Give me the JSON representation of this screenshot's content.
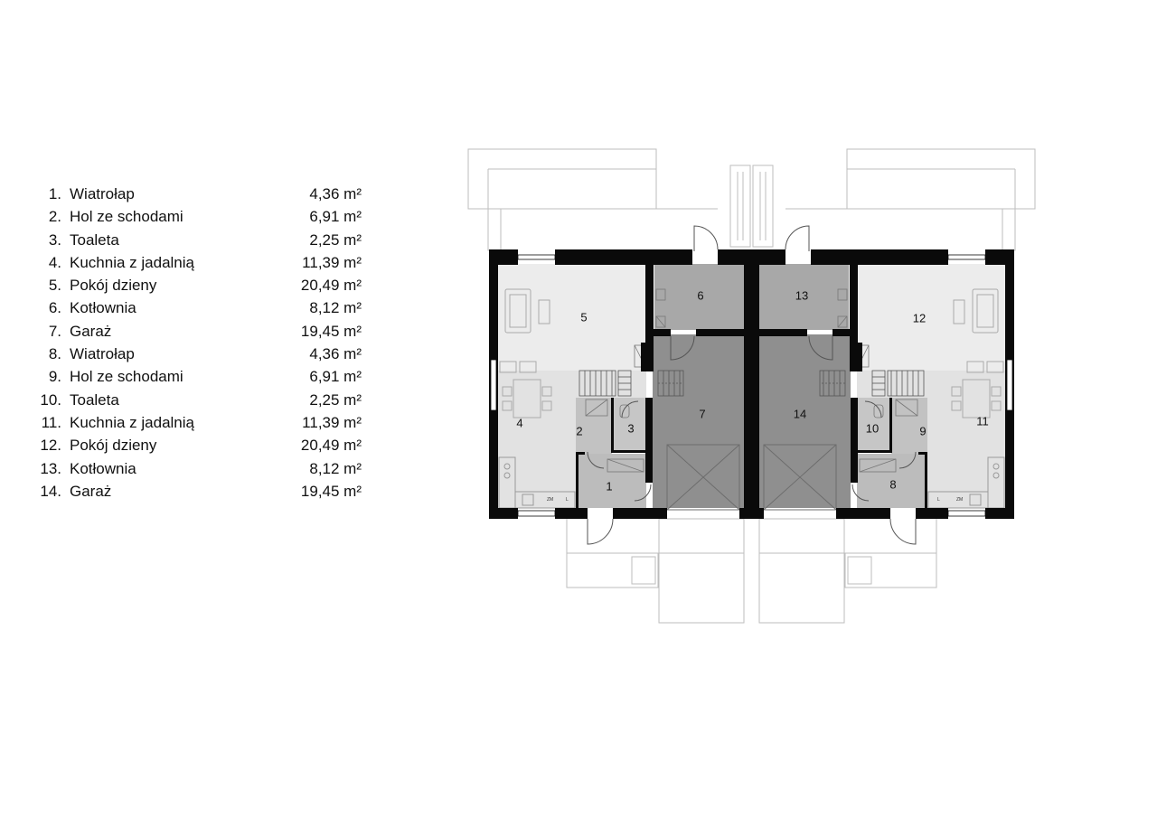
{
  "rooms": [
    {
      "num": "1.",
      "name": "Wiatrołap",
      "area": "4,36 m²"
    },
    {
      "num": "2.",
      "name": "Hol ze schodami",
      "area": "6,91 m²"
    },
    {
      "num": "3.",
      "name": "Toaleta",
      "area": "2,25 m²"
    },
    {
      "num": "4.",
      "name": "Kuchnia z jadalnią",
      "area": "11,39 m²"
    },
    {
      "num": "5.",
      "name": "Pokój dzieny",
      "area": "20,49 m²"
    },
    {
      "num": "6.",
      "name": "Kotłownia",
      "area": "8,12 m²"
    },
    {
      "num": "7.",
      "name": "Garaż",
      "area": "19,45 m²"
    },
    {
      "num": "8.",
      "name": "Wiatrołap",
      "area": "4,36 m²"
    },
    {
      "num": "9.",
      "name": "Hol ze schodami",
      "area": "6,91 m²"
    },
    {
      "num": "10.",
      "name": "Toaleta",
      "area": "2,25 m²"
    },
    {
      "num": "11.",
      "name": "Kuchnia z jadalnią",
      "area": "11,39 m²"
    },
    {
      "num": "12.",
      "name": "Pokój dzieny",
      "area": "20,49 m²"
    },
    {
      "num": "13.",
      "name": "Kotłownia",
      "area": "8,12 m²"
    },
    {
      "num": "14.",
      "name": "Garaż",
      "area": "19,45 m²"
    }
  ],
  "plan_labels": [
    "1",
    "2",
    "3",
    "4",
    "5",
    "6",
    "7",
    "8",
    "9",
    "10",
    "11",
    "12",
    "13",
    "14"
  ],
  "appliance_labels": {
    "zm": "ZM",
    "l": "L"
  },
  "colors": {
    "wall": "#0a0a0a",
    "dark_floor": "#8f8f8f",
    "mid_floor": "#bdbdbd",
    "light_floor": "#dedede",
    "pale_floor": "#ececec",
    "line": "#b5b5b5"
  }
}
